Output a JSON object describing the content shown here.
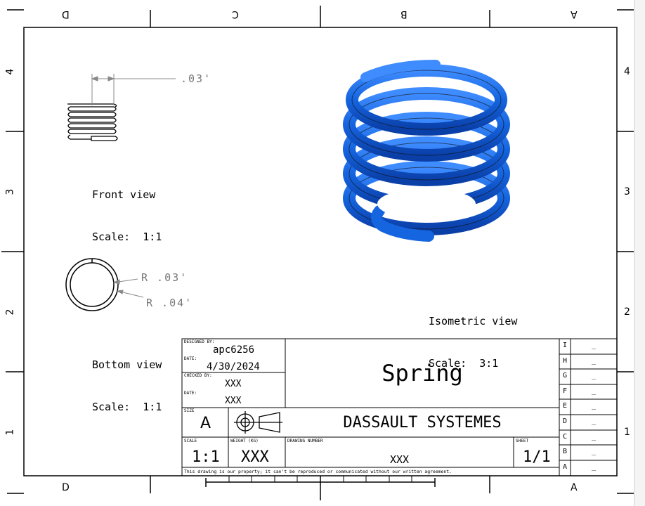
{
  "zones": {
    "top": [
      "D",
      "C",
      "B",
      "A"
    ],
    "bottom": [
      "D",
      "A"
    ],
    "left": [
      "4",
      "3",
      "2",
      "1"
    ],
    "right": [
      "4",
      "3",
      "2",
      "1"
    ]
  },
  "views": {
    "front": {
      "name": "Front view",
      "scale": "Scale:  1:1",
      "dimension": ".03'"
    },
    "bottom": {
      "name": "Bottom view",
      "scale": "Scale:  1:1",
      "dim_inner": "R .03'",
      "dim_outer": "R .04'"
    },
    "isometric": {
      "name": "Isometric view",
      "scale": "Scale:  3:1",
      "color": "#1565e0"
    }
  },
  "title_block": {
    "designed_by_label": "DESIGNED BY:",
    "designed_by": "apc6256",
    "date_label": "DATE:",
    "date": "4/30/2024",
    "checked_by_label": "CHECKED BY:",
    "checked_by": "XXX",
    "date2_label": "DATE:",
    "date2": "XXX",
    "size_label": "SIZE",
    "size": "A",
    "title": "Spring",
    "company": "DASSAULT SYSTEMES",
    "scale_label": "SCALE",
    "scale": "1:1",
    "weight_label": "WEIGHT (kg)",
    "weight": "XXX",
    "drawing_number_label": "DRAWING NUMBER",
    "drawing_number": "XXX",
    "sheet_label": "SHEET",
    "sheet": "1/1",
    "disclaimer": "This drawing is our property; it can't be reproduced or communicated without our written agreement."
  },
  "revisions": [
    {
      "letter": "I",
      "value": "_"
    },
    {
      "letter": "H",
      "value": "_"
    },
    {
      "letter": "G",
      "value": "_"
    },
    {
      "letter": "F",
      "value": "_"
    },
    {
      "letter": "E",
      "value": "_"
    },
    {
      "letter": "D",
      "value": "_"
    },
    {
      "letter": "C",
      "value": "_"
    },
    {
      "letter": "B",
      "value": "_"
    },
    {
      "letter": "A",
      "value": "_"
    }
  ]
}
